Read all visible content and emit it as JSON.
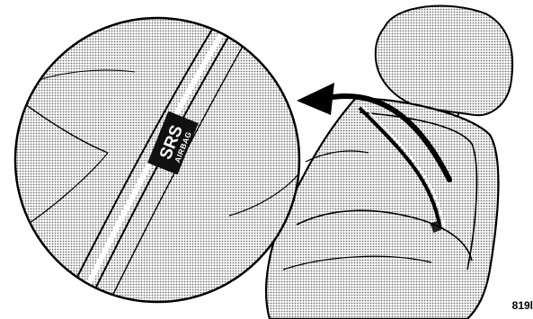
{
  "label": {
    "line1": "SRS",
    "line2": "AIRBAG"
  },
  "figure_code": "819l",
  "colors": {
    "ink": "#000000",
    "halftone": "#bdbdbd",
    "background": "#ffffff"
  },
  "icons": {
    "callout_arrow": "curved-arrow-icon"
  }
}
